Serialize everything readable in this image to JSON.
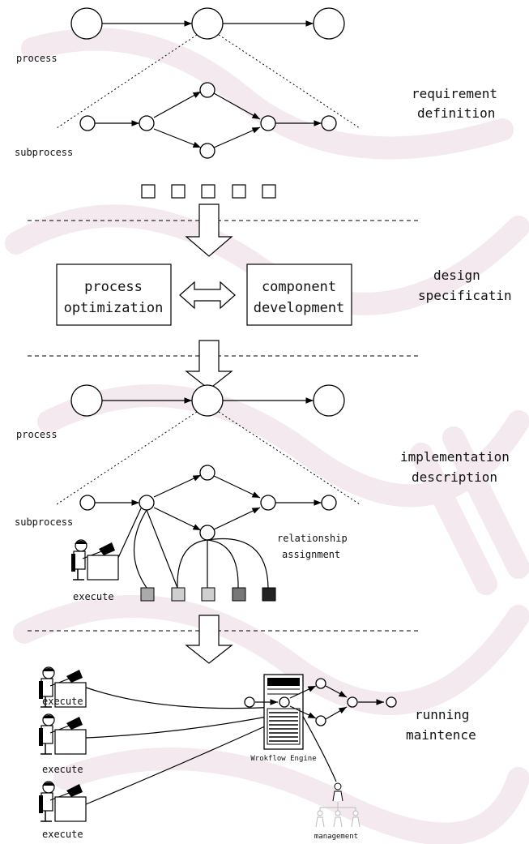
{
  "labels": {
    "process_top": "process",
    "subprocess_top": "subprocess",
    "requirement_1": "requirement",
    "requirement_2": "definition",
    "design_1": "design",
    "design_2": "specificatin",
    "process_optimization_1": "process",
    "process_optimization_2": "optimization",
    "component_development_1": "component",
    "component_development_2": "development",
    "process_mid": "process",
    "subprocess_mid": "subprocess",
    "implementation_1": "implementation",
    "implementation_2": "description",
    "relationship_1": "relationship",
    "relationship_2": "assignment",
    "execute_impl": "execute",
    "running_1": "running",
    "running_2": "maintence",
    "execute_1": "execute",
    "execute_2": "execute",
    "execute_3": "execute",
    "engine": "Wrokflow Engine",
    "management": "management"
  },
  "colors": {
    "component_fills": [
      "#aaaaaa",
      "#cfcfcf",
      "#cfcfcf",
      "#777777",
      "#222222"
    ],
    "watermark": "#f3e9ee"
  }
}
